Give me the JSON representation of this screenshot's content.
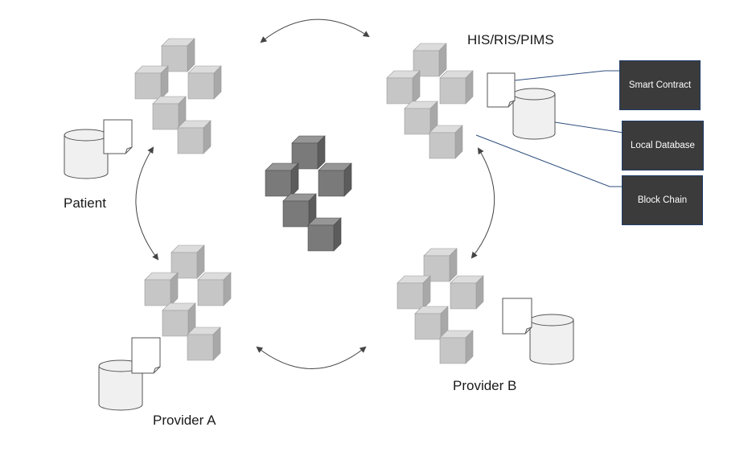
{
  "nodes": {
    "patient": {
      "label": "Patient"
    },
    "his": {
      "label": "HIS/RIS/PIMS"
    },
    "provider_a": {
      "label": "Provider A"
    },
    "provider_b": {
      "label": "Provider B"
    }
  },
  "components": {
    "smart_contract": "Smart Contract",
    "local_database": "Local Database",
    "block_chain": "Block Chain"
  },
  "colors": {
    "cube_light_front": "#c6c6c6",
    "cube_dark_front": "#7a7a7a",
    "box_fill": "#3b3b3b",
    "connector_line": "#2f4f7f",
    "arrow": "#444444"
  },
  "icons": [
    "cube-cluster-icon",
    "document-icon",
    "database-icon",
    "bidirectional-arrow-icon"
  ]
}
